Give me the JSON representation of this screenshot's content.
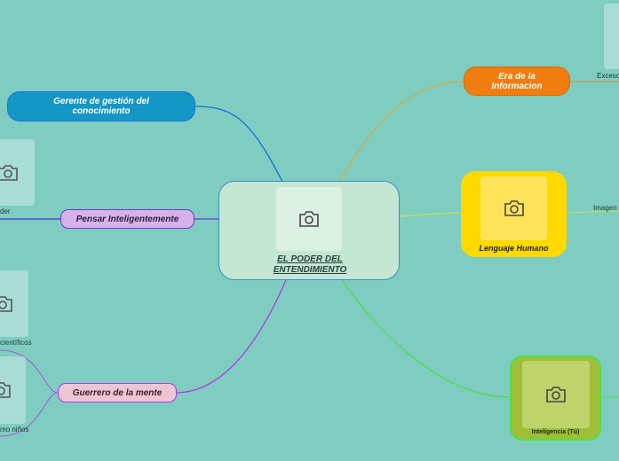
{
  "central": {
    "title": "EL PODER DEL ENTENDIMIENTO",
    "image_icon": "camera-icon"
  },
  "topics": {
    "era": "Era de la Informacion",
    "gerente": "Gerente de gestión del conocimiento",
    "pensar": "Pensar Inteligentemente",
    "lenguaje": "Lenguaje Humano",
    "guerrero": "Guerrero de la mente",
    "inteligencia": "Inteligencia (Tú)"
  },
  "subtopics": {
    "excesos": "Excesos",
    "imagen": "Imagen",
    "der": "der",
    "cientificos": "científicos",
    "como_ninos": "mo niños"
  },
  "colors": {
    "background": "#7ecdc0",
    "era": "#f07d10",
    "gerente": "#1497c4",
    "pensar": "#d7b2ea",
    "lenguaje": "#ffd900",
    "guerrero": "#eec5d3",
    "inteligencia": "#9fbe36"
  }
}
